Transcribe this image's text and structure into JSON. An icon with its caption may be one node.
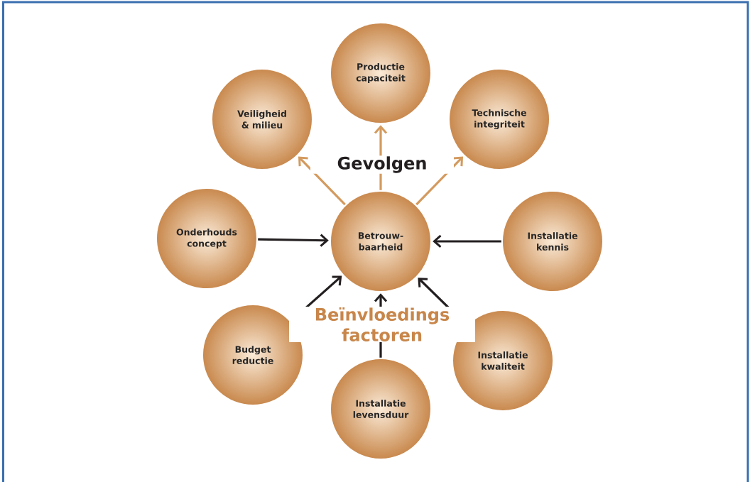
{
  "diagram": {
    "nodes": [
      {
        "text": [
          "Productie capaciteit"
        ]
      },
      {
        "text": [
          "Veiligheid & milieu"
        ]
      },
      {
        "text": [
          "Technische integriteit"
        ]
      },
      {
        "text": [
          "Onderhouds concept"
        ]
      },
      {
        "text": [
          "Betrouw- baarheid"
        ]
      },
      {
        "text": [
          "Installatie kennis"
        ]
      },
      {
        "text": [
          "Budget reductie"
        ]
      },
      {
        "text": [
          "Installatie kwaliteit"
        ]
      },
      {
        "text": [
          "Installatie levensduur"
        ]
      }
    ],
    "edges": [
      {
        "from": 4,
        "to": 0,
        "arrow": "to",
        "color": "#d49a5e"
      },
      {
        "from": 4,
        "to": 1,
        "arrow": "to",
        "color": "#d49a5e"
      },
      {
        "from": 4,
        "to": 2,
        "arrow": "to",
        "color": "#d49a5e"
      },
      {
        "from": 3,
        "to": 4,
        "arrow": "to"
      },
      {
        "from": 5,
        "to": 4,
        "arrow": "to"
      },
      {
        "from": 6,
        "to": 4,
        "arrow": "to"
      },
      {
        "from": 8,
        "to": 4,
        "arrow": "to"
      },
      {
        "from": 7,
        "to": 4,
        "arrow": "to"
      }
    ],
    "labels": [
      "Gevolgen",
      "Beïnvloedings factoren"
    ]
  }
}
